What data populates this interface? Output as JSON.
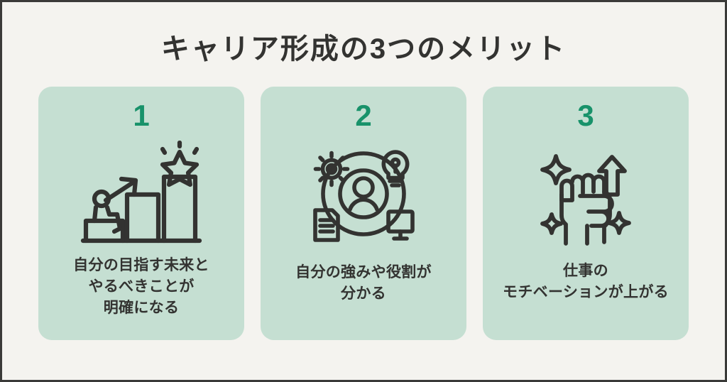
{
  "page": {
    "title": "キャリア形成の3つのメリット",
    "background_color": "#f4f3ef",
    "border_color": "#3a3a38",
    "title_color": "#333331"
  },
  "theme": {
    "card_background": "#c5dfd2",
    "number_color": "#18926a",
    "icon_stroke_color": "#333331",
    "caption_color": "#333331"
  },
  "cards": [
    {
      "number": "1",
      "icon_name": "growth-bar-chart-star-icon",
      "caption_lines": [
        "自分の目指す未来と",
        "やるべきことが",
        "明確になる"
      ],
      "caption_full": "自分の目指す未来とやるべきことが明確になる"
    },
    {
      "number": "2",
      "icon_name": "person-skills-circle-icon",
      "caption_lines": [
        "自分の強みや役割が",
        "分かる"
      ],
      "caption_full": "自分の強みや役割が分かる"
    },
    {
      "number": "3",
      "icon_name": "raised-fist-arrow-sparkle-icon",
      "caption_lines": [
        "仕事の",
        "モチベーションが上がる"
      ],
      "caption_full": "仕事のモチベーションが上がる"
    }
  ]
}
